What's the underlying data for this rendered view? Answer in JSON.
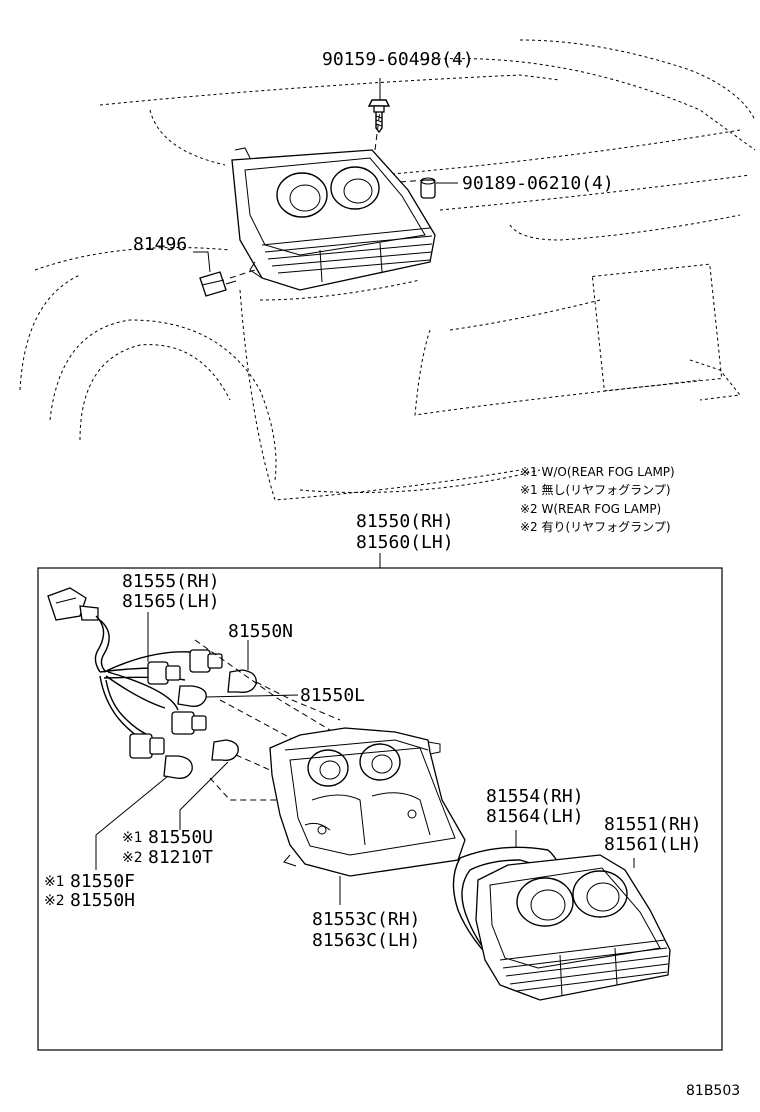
{
  "labels": {
    "bolt": "90159-60498(4)",
    "nut": "90189-06210(4)",
    "socket": "81496",
    "lamp_assy_rh": "81550(RH)",
    "lamp_assy_lh": "81560(LH)",
    "wire_rh": "81555(RH)",
    "wire_lh": "81565(LH)",
    "bulb_n": "81550N",
    "bulb_l": "81550L",
    "bulb_u": "81550U",
    "bulb_t": "81210T",
    "bulb_f": "81550F",
    "bulb_h": "81550H",
    "housing_rh": "81553C(RH)",
    "housing_lh": "81563C(LH)",
    "gasket_rh": "81554(RH)",
    "gasket_lh": "81564(LH)",
    "lens_rh": "81551(RH)",
    "lens_lh": "81561(LH)"
  },
  "marks": {
    "m1": "※1",
    "m2": "※2"
  },
  "legend": {
    "line1": "※1 W/O(REAR FOG LAMP)",
    "line2": "※1 無し(リヤフォグランプ)",
    "line3": "※2 W(REAR FOG LAMP)",
    "line4": "※2 有り(リヤフォグランプ)"
  },
  "figure_code": "81B503"
}
